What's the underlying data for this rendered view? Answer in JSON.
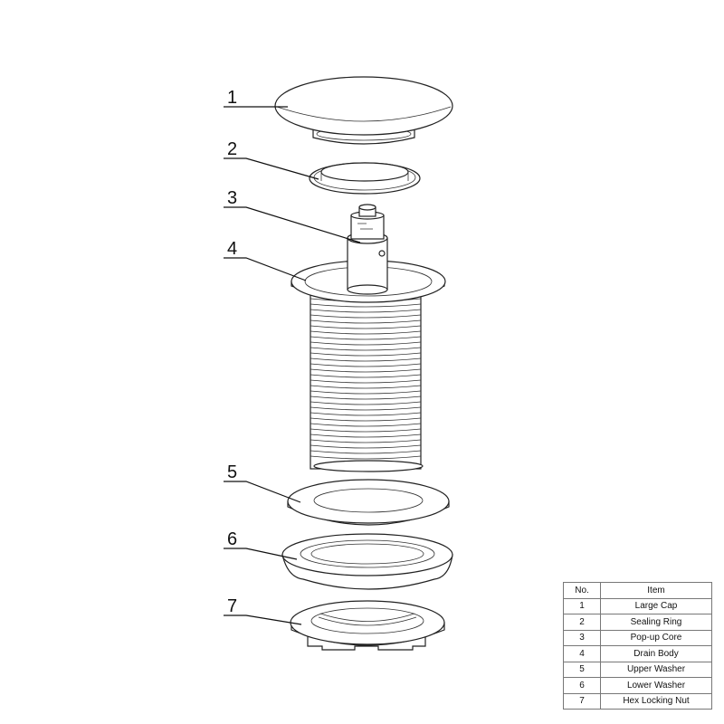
{
  "callouts": [
    "1",
    "2",
    "3",
    "4",
    "5",
    "6",
    "7"
  ],
  "table": {
    "headers": [
      "No.",
      "Item"
    ],
    "rows": [
      {
        "no": "1",
        "item": "Large Cap"
      },
      {
        "no": "2",
        "item": "Sealing Ring"
      },
      {
        "no": "3",
        "item": "Pop-up Core"
      },
      {
        "no": "4",
        "item": "Drain Body"
      },
      {
        "no": "5",
        "item": "Upper Washer"
      },
      {
        "no": "6",
        "item": "Lower Washer"
      },
      {
        "no": "7",
        "item": "Hex Locking Nut"
      }
    ]
  }
}
